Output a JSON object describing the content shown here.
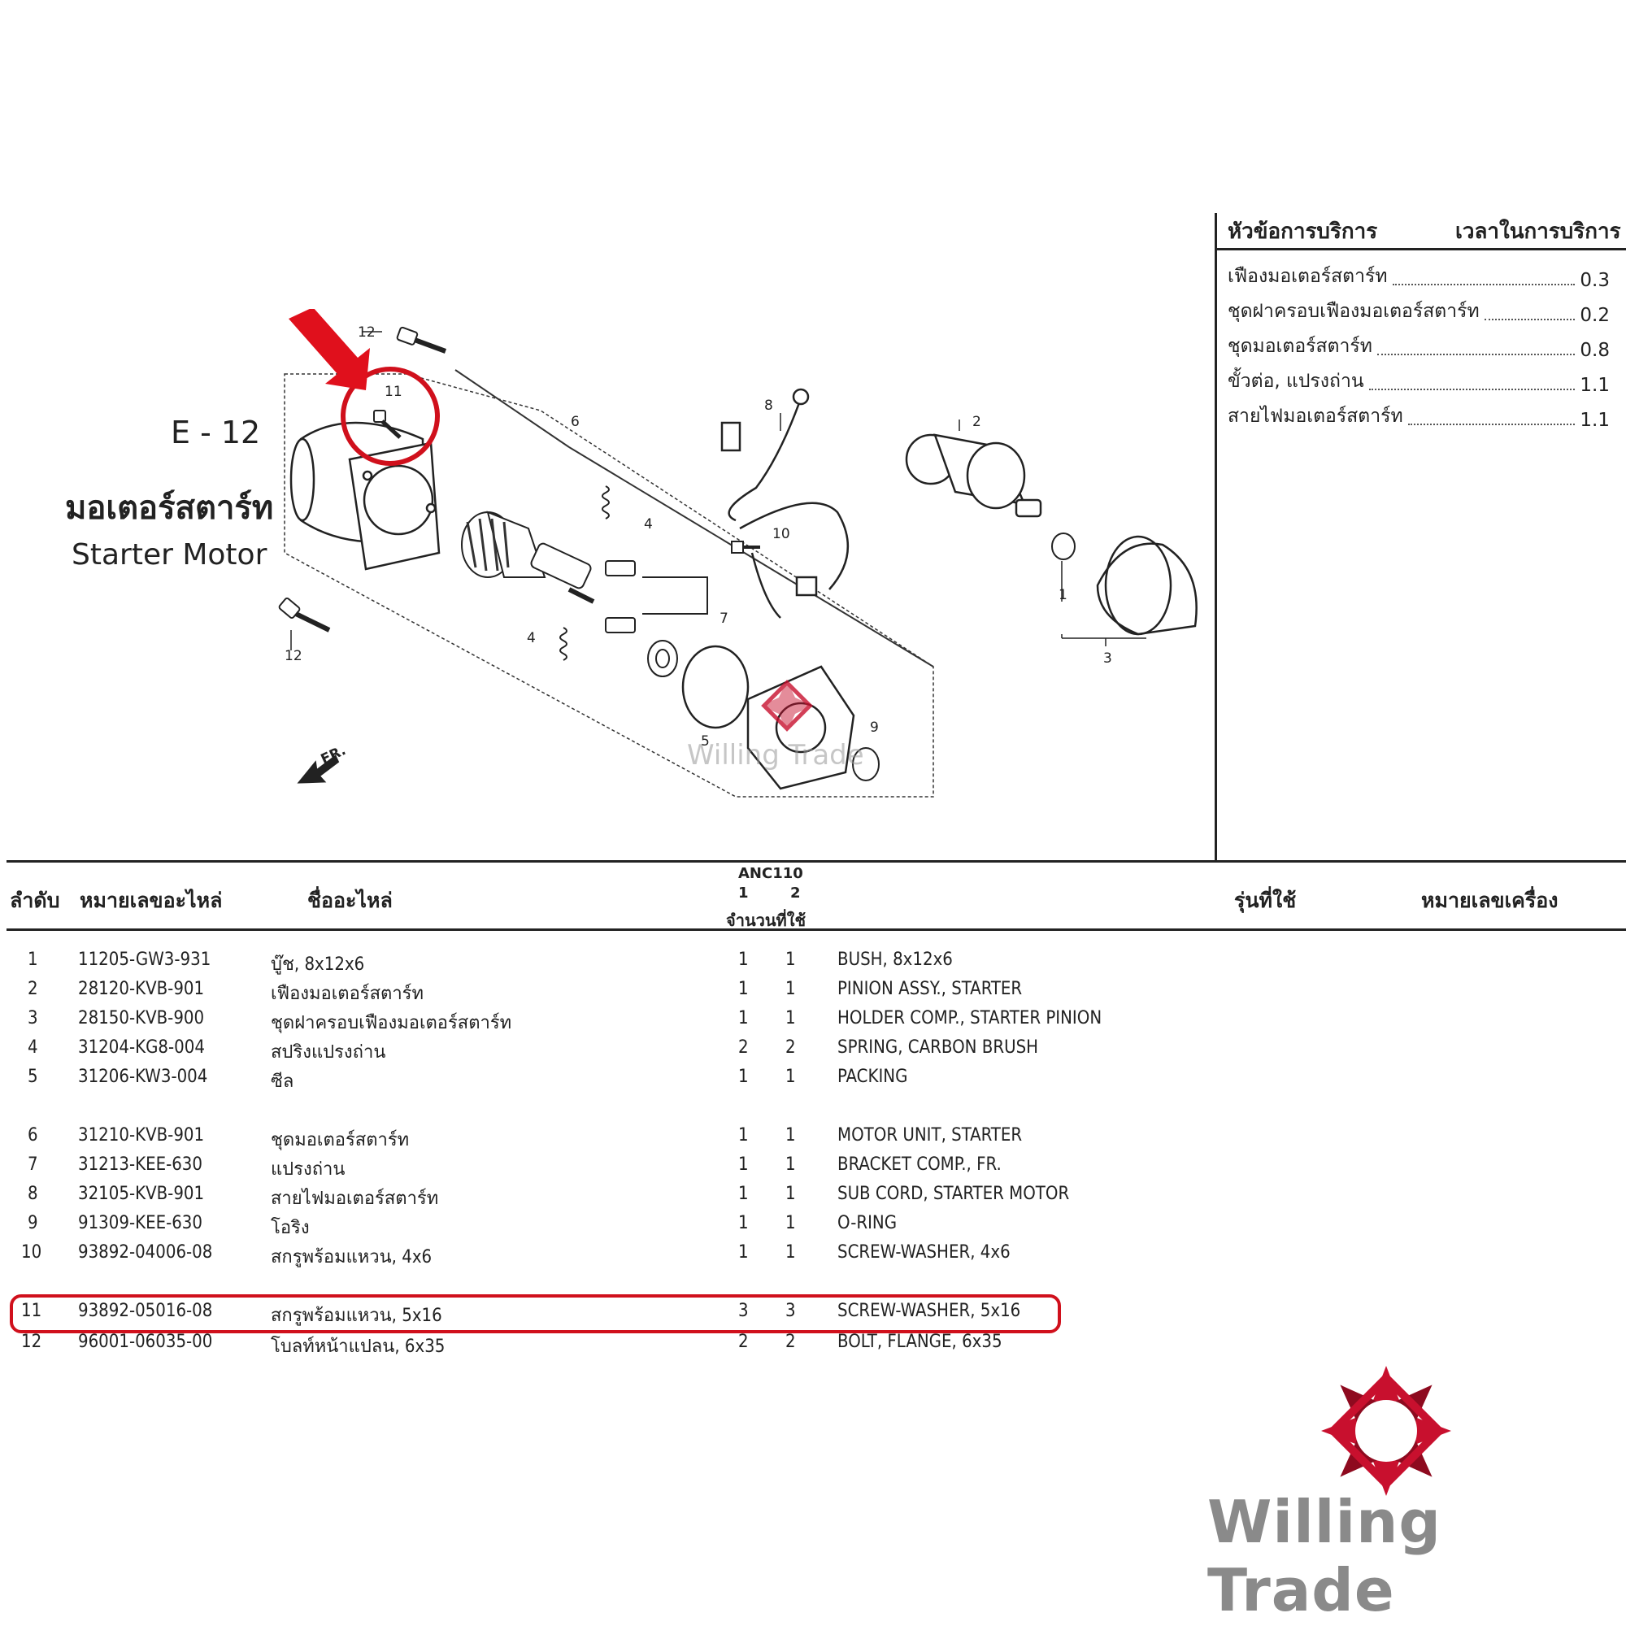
{
  "header": {
    "code": "E - 12",
    "title_th": "มอเตอร์สตาร์ท",
    "title_en": "Starter Motor"
  },
  "service": {
    "col_item": "หัวข้อการบริการ",
    "col_time": "เวลาในการบริการ",
    "items": [
      {
        "name": "เฟืองมอเตอร์สตาร์ท",
        "time": "0.3"
      },
      {
        "name": "ชุดฝาครอบเฟืองมอเตอร์สตาร์ท",
        "time": "0.2"
      },
      {
        "name": "ชุดมอเตอร์สตาร์ท",
        "time": "0.8"
      },
      {
        "name": "ขั้วต่อ, แปรงถ่าน",
        "time": "1.1"
      },
      {
        "name": "สายไฟมอเตอร์สตาร์ท",
        "time": "1.1"
      }
    ]
  },
  "diagram": {
    "callouts": [
      "12",
      "11",
      "6",
      "8",
      "2",
      "4",
      "10",
      "7",
      "1",
      "3",
      "4",
      "12",
      "5",
      "9"
    ],
    "front_label": "FR."
  },
  "table": {
    "headers": {
      "no": "ลำดับ",
      "part_no": "หมายเลขอะไหล่",
      "name": "ชื่ออะไหล่",
      "model": "ANC110",
      "col1": "1",
      "col2": "2",
      "qty": "จำนวนที่ใช้",
      "used_models": "รุ่นที่ใช้",
      "engine_no": "หมายเลขเครื่อง"
    },
    "rows": [
      {
        "no": "1",
        "part": "11205-GW3-931",
        "th": "บู๊ช, 8x12x6",
        "q1": "1",
        "q2": "1",
        "en": "BUSH, 8x12x6"
      },
      {
        "no": "2",
        "part": "28120-KVB-901",
        "th": "เฟืองมอเตอร์สตาร์ท",
        "q1": "1",
        "q2": "1",
        "en": "PINION ASSY., STARTER"
      },
      {
        "no": "3",
        "part": "28150-KVB-900",
        "th": "ชุดฝาครอบเฟืองมอเตอร์สตาร์ท",
        "q1": "1",
        "q2": "1",
        "en": "HOLDER COMP., STARTER PINION"
      },
      {
        "no": "4",
        "part": "31204-KG8-004",
        "th": "สปริงแปรงถ่าน",
        "q1": "2",
        "q2": "2",
        "en": "SPRING, CARBON BRUSH"
      },
      {
        "no": "5",
        "part": "31206-KW3-004",
        "th": "ซีล",
        "q1": "1",
        "q2": "1",
        "en": "PACKING"
      },
      {
        "no": "6",
        "part": "31210-KVB-901",
        "th": "ชุดมอเตอร์สตาร์ท",
        "q1": "1",
        "q2": "1",
        "en": "MOTOR UNIT, STARTER"
      },
      {
        "no": "7",
        "part": "31213-KEE-630",
        "th": "แปรงถ่าน",
        "q1": "1",
        "q2": "1",
        "en": "BRACKET COMP., FR."
      },
      {
        "no": "8",
        "part": "32105-KVB-901",
        "th": "สายไฟมอเตอร์สตาร์ท",
        "q1": "1",
        "q2": "1",
        "en": "SUB CORD, STARTER MOTOR"
      },
      {
        "no": "9",
        "part": "91309-KEE-630",
        "th": "โอริง",
        "q1": "1",
        "q2": "1",
        "en": "O-RING"
      },
      {
        "no": "10",
        "part": "93892-04006-08",
        "th": "สกรูพร้อมแหวน, 4x6",
        "q1": "1",
        "q2": "1",
        "en": "SCREW-WASHER, 4x6"
      },
      {
        "no": "11",
        "part": "93892-05016-08",
        "th": "สกรูพร้อมแหวน, 5x16",
        "q1": "3",
        "q2": "3",
        "en": "SCREW-WASHER, 5x16"
      },
      {
        "no": "12",
        "part": "96001-06035-00",
        "th": "โบลท์หน้าแปลน, 6x35",
        "q1": "2",
        "q2": "2",
        "en": "BOLT, FLANGE, 6x35"
      }
    ]
  },
  "brand": {
    "name": "Willing Trade",
    "watermark": "Willing Trade",
    "color": "#c8102e"
  }
}
